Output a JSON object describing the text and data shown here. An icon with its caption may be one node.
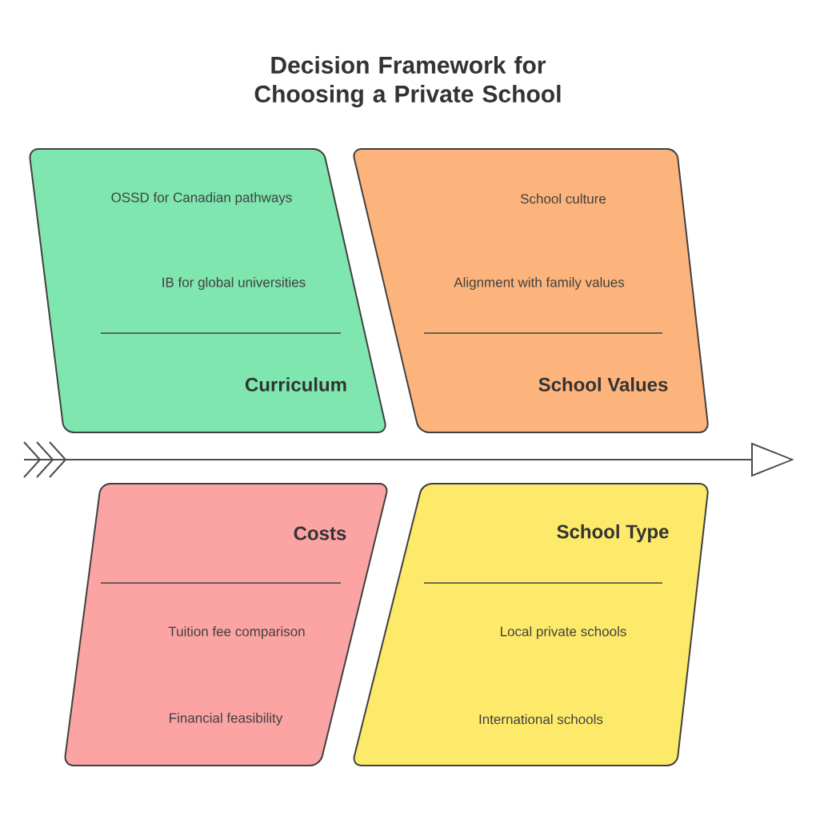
{
  "diagram": {
    "title": "Decision Framework for Choosing a Private School",
    "nodes": [
      {
        "text": [
          "OSSD for Canadian pathways",
          "IB for global universities",
          "Curriculum"
        ]
      },
      {
        "text": [
          "School culture",
          "Alignment with family values",
          "School Values"
        ]
      },
      {
        "text": [
          "Costs",
          "Tuition fee comparison",
          "Financial feasibility"
        ]
      },
      {
        "text": [
          "School Type",
          "Local private schools",
          "International schools"
        ]
      }
    ]
  }
}
